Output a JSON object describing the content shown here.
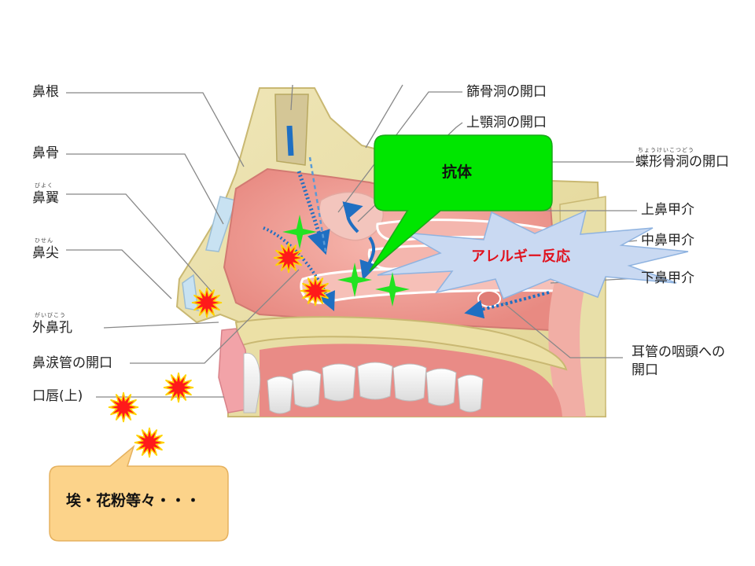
{
  "labels": {
    "bikon": "鼻根",
    "bikotsu": "鼻骨",
    "biyoku": "鼻翼",
    "biyoku_ruby": "びよく",
    "bisen": "鼻尖",
    "bisen_ruby": "ひせん",
    "gaibiko": "外鼻孔",
    "gaibiko_ruby": "がいびこう",
    "biruikan": "鼻涙管の開口",
    "koshin": "口唇(上)",
    "shikotsudo": "篩骨洞の開口",
    "jogakudo": "上顎洞の開口",
    "chokei": "蝶形骨洞の開口",
    "chokei_ruby": "ちょうけいこつどう",
    "jobikokai": "上鼻甲介",
    "chubikokai": "中鼻甲介",
    "kabikokai": "下鼻甲介",
    "jikan_line1": "耳管の咽頭への",
    "jikan_line2": "開口"
  },
  "callouts": {
    "antibody": "抗体",
    "allergy": "アレルギー反応",
    "dust": "埃・花粉等々・・・"
  },
  "colors": {
    "antibody_fill": "#00e600",
    "dust_fill": "#fcd38a",
    "allergy_fill": "#c9d9f2",
    "allergy_text": "#e0121e",
    "burst": "#ff1a1a",
    "sparkle": "#22e322",
    "arrow": "#1f6fc2"
  }
}
